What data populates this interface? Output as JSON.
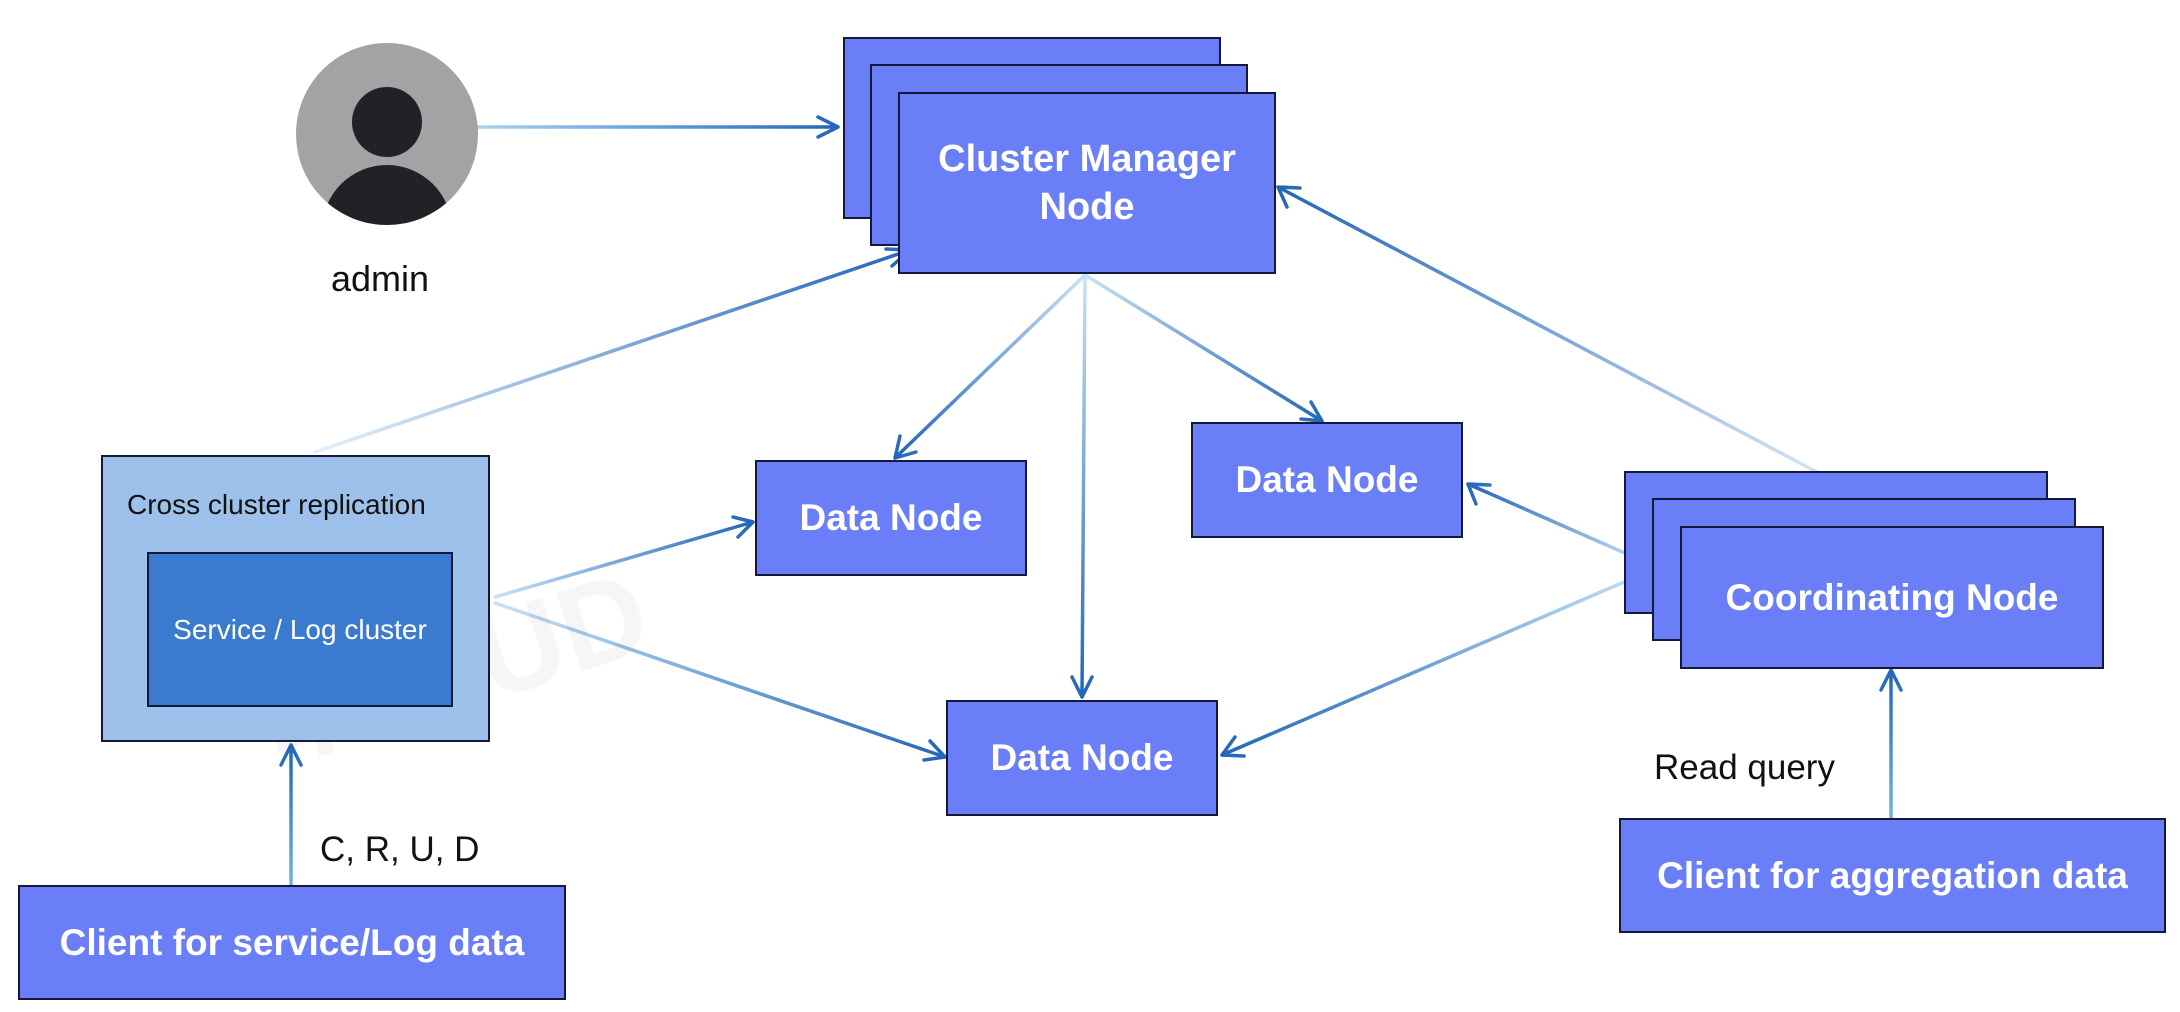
{
  "admin": {
    "label": "admin"
  },
  "cluster_manager": {
    "label_line1": "Cluster Manager",
    "label_line2": "Node"
  },
  "data_nodes": [
    "Data Node",
    "Data Node",
    "Data Node"
  ],
  "coordinating": {
    "label": "Coordinating Node"
  },
  "replication": {
    "title": "Cross cluster replication",
    "inner_label": "Service / Log cluster"
  },
  "client_service": {
    "label": "Client for service/Log data",
    "edge_label": "C, R, U, D"
  },
  "client_aggregation": {
    "label": "Client for aggregation data",
    "edge_label": "Read query"
  },
  "watermark": "4STUD",
  "colors": {
    "node_fill": "#6a7ef7",
    "replication_fill": "#9ec1ec",
    "inner_fill": "#3a7bd0",
    "arrow_dark": "#2266b8",
    "arrow_light": "#a9d4f0"
  }
}
